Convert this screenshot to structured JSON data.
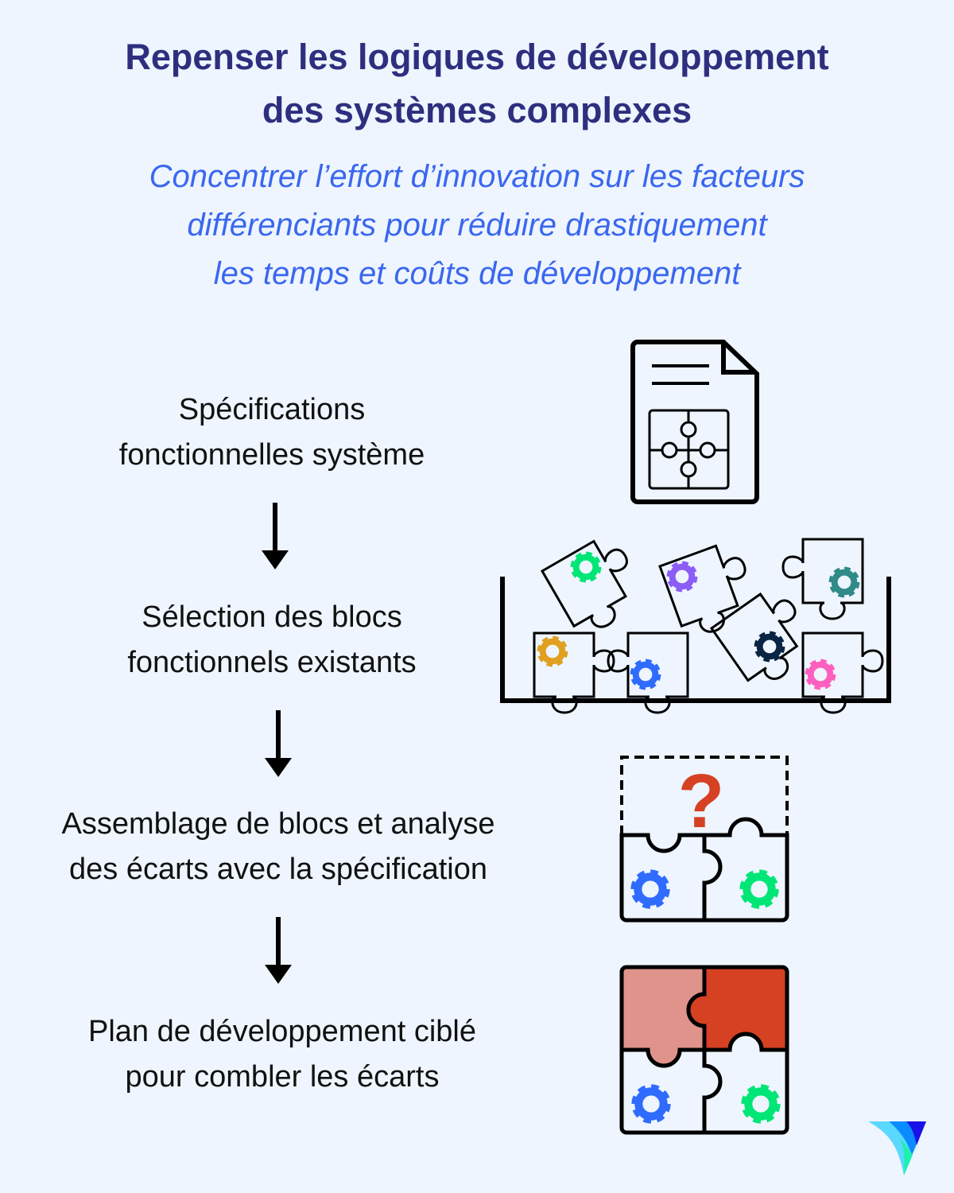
{
  "header": {
    "title_lines": [
      "Repenser les logiques de développement",
      "des systèmes complexes"
    ],
    "subtitle_lines": [
      "Concentrer l’effort d’innovation sur les facteurs",
      "différenciants pour réduire drastiquement",
      "les temps et coûts de développement"
    ]
  },
  "steps": [
    {
      "lines": [
        "Spécifications",
        "fonctionnelles système"
      ],
      "icon": "specification-document-icon"
    },
    {
      "lines": [
        "Sélection des blocs",
        "fonctionnels existants"
      ],
      "icon": "puzzle-bin-icon"
    },
    {
      "lines": [
        "Assemblage de blocs et analyse",
        "des écarts avec la spécification"
      ],
      "icon": "puzzle-gap-icon"
    },
    {
      "lines": [
        "Plan de développement ciblé",
        "pour combler les écarts"
      ],
      "icon": "puzzle-complete-icon"
    }
  ],
  "question_mark": "?",
  "colors": {
    "title": "#2d2f7e",
    "subtitle": "#3a67ef",
    "background": "#eef5fe",
    "gear_green": "#00e676",
    "gear_purple": "#8b5cf6",
    "gear_teal": "#2f8a88",
    "gear_orange": "#e0a020",
    "gear_blue": "#2f6bff",
    "gear_navy": "#0a2444",
    "gear_pink": "#ff5fbf",
    "accent_red": "#d64123",
    "accent_salmon": "#e0938a"
  }
}
